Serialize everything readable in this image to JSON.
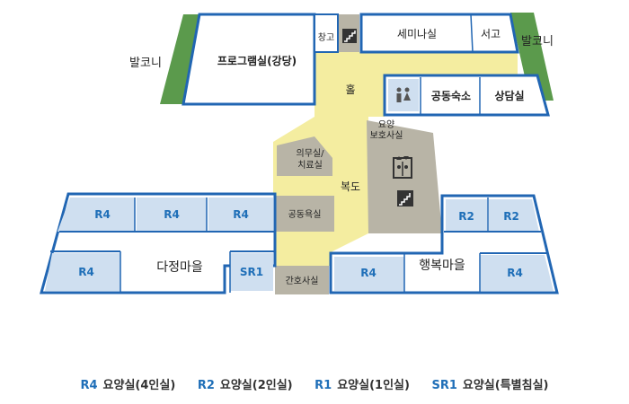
{
  "rooms": {
    "balcony_left": "발코니",
    "balcony_right": "발코니",
    "program_room": "프로그램실(강당)",
    "storage": "창고",
    "seminar_room": "세미나실",
    "library": "서고",
    "hall": "홀",
    "shared_bathroom": "공동숙소",
    "consulting_room": "상담실",
    "caregiver_room_line1": "요양",
    "caregiver_room_line2": "보호사실",
    "medical_room_line1": "의무실/",
    "medical_room_line2": "치료실",
    "corridor": "복도",
    "shared_bath": "공동욕실",
    "nurse_room": "간호사실",
    "unit_left": "다정마을",
    "unit_right": "행복마을"
  },
  "room_codes": {
    "left_top_1": "R4",
    "left_top_2": "R4",
    "left_top_3": "R4",
    "left_bottom": "R4",
    "left_sr1": "SR1",
    "right_top_1": "R2",
    "right_top_2": "R2",
    "right_bottom_1": "R4",
    "right_bottom_2": "R4"
  },
  "legend": [
    {
      "code": "R4",
      "label": "요양실(4인실)"
    },
    {
      "code": "R2",
      "label": "요양실(2인실)"
    },
    {
      "code": "R1",
      "label": "요양실(1인실)"
    },
    {
      "code": "SR1",
      "label": "요양실(특별침실)"
    }
  ],
  "colors": {
    "balcony": "#5b9a4c",
    "corridor": "#f4eda0",
    "service": "#b8b4a6",
    "room_blue_fill": "#cfdff0",
    "wall_blue": "#2166b3",
    "code_blue": "#1f6fb8"
  },
  "icons": [
    "stairs-icon",
    "restroom-icon",
    "elevator-icon"
  ]
}
